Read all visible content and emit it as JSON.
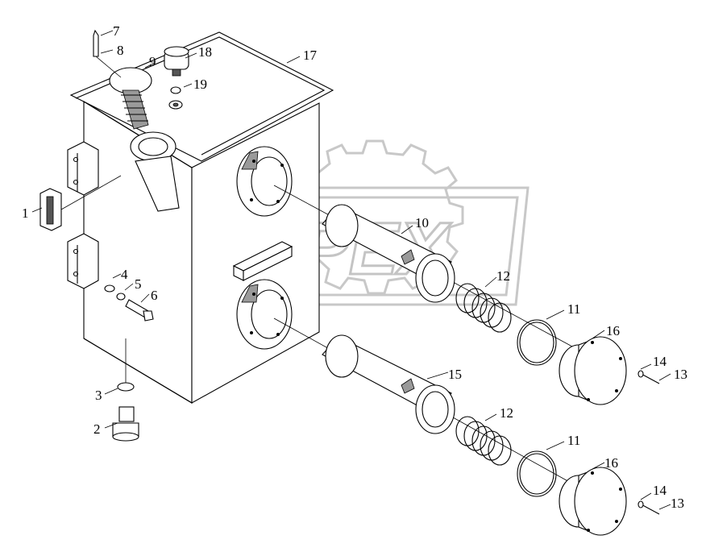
{
  "watermark": {
    "text": "OPEX"
  },
  "callouts": [
    {
      "id": "label-1",
      "text": "1"
    },
    {
      "id": "label-2",
      "text": "2"
    },
    {
      "id": "label-3",
      "text": "3"
    },
    {
      "id": "label-4",
      "text": "4"
    },
    {
      "id": "label-5",
      "text": "5"
    },
    {
      "id": "label-6",
      "text": "6"
    },
    {
      "id": "label-7",
      "text": "7"
    },
    {
      "id": "label-8",
      "text": "8"
    },
    {
      "id": "label-9",
      "text": "9"
    },
    {
      "id": "label-10",
      "text": "10"
    },
    {
      "id": "label-11a",
      "text": "11"
    },
    {
      "id": "label-11b",
      "text": "11"
    },
    {
      "id": "label-12a",
      "text": "12"
    },
    {
      "id": "label-12b",
      "text": "12"
    },
    {
      "id": "label-13a",
      "text": "13"
    },
    {
      "id": "label-13b",
      "text": "13"
    },
    {
      "id": "label-14a",
      "text": "14"
    },
    {
      "id": "label-14b",
      "text": "14"
    },
    {
      "id": "label-15",
      "text": "15"
    },
    {
      "id": "label-16a",
      "text": "16"
    },
    {
      "id": "label-16b",
      "text": "16"
    },
    {
      "id": "label-17",
      "text": "17"
    },
    {
      "id": "label-18",
      "text": "18"
    },
    {
      "id": "label-19",
      "text": "19"
    }
  ]
}
